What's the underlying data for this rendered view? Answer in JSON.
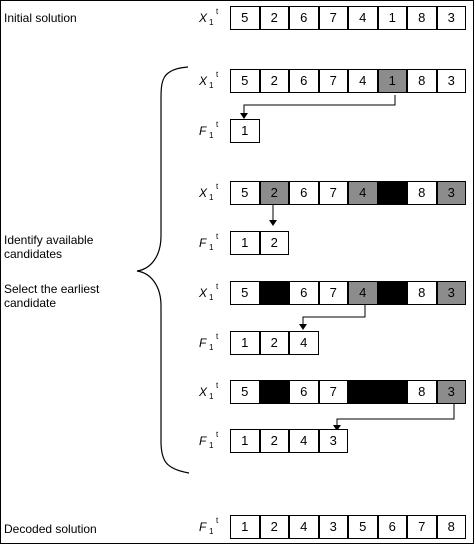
{
  "labels": {
    "initial": "Initial solution",
    "identify": "Identify available\ncandidates",
    "select": "Select the earliest\ncandidate",
    "decoded": "Decoded solution"
  },
  "var_x": {
    "letter": "X",
    "sub": "1",
    "sup": "t"
  },
  "var_f": {
    "letter": "F",
    "sub": "1",
    "sup": "t"
  },
  "colors": {
    "highlight": "#8c8c8c",
    "removed": "#000000"
  },
  "rows": [
    {
      "var": "X",
      "cells": [
        "5",
        "2",
        "6",
        "7",
        "4",
        "1",
        "8",
        "3"
      ],
      "states": [
        "w",
        "w",
        "w",
        "w",
        "w",
        "w",
        "w",
        "w"
      ]
    },
    {
      "var": "X",
      "cells": [
        "5",
        "2",
        "6",
        "7",
        "4",
        "1",
        "8",
        "3"
      ],
      "states": [
        "w",
        "w",
        "w",
        "w",
        "w",
        "g",
        "w",
        "w"
      ]
    },
    {
      "var": "F",
      "cells": [
        "1"
      ],
      "states": [
        "w"
      ]
    },
    {
      "var": "X",
      "cells": [
        "5",
        "2",
        "6",
        "7",
        "4",
        "",
        "8",
        "3"
      ],
      "states": [
        "w",
        "g",
        "w",
        "w",
        "g",
        "b",
        "w",
        "g"
      ]
    },
    {
      "var": "F",
      "cells": [
        "1",
        "2"
      ],
      "states": [
        "w",
        "w"
      ]
    },
    {
      "var": "X",
      "cells": [
        "5",
        "",
        "6",
        "7",
        "4",
        "",
        "8",
        "3"
      ],
      "states": [
        "w",
        "b",
        "w",
        "w",
        "g",
        "b",
        "w",
        "g"
      ]
    },
    {
      "var": "F",
      "cells": [
        "1",
        "2",
        "4"
      ],
      "states": [
        "w",
        "w",
        "w"
      ]
    },
    {
      "var": "X",
      "cells": [
        "5",
        "",
        "6",
        "7",
        "",
        "",
        "8",
        "3"
      ],
      "states": [
        "w",
        "b",
        "w",
        "w",
        "b",
        "b",
        "w",
        "g"
      ]
    },
    {
      "var": "F",
      "cells": [
        "1",
        "2",
        "4",
        "3"
      ],
      "states": [
        "w",
        "w",
        "w",
        "w"
      ]
    },
    {
      "var": "F",
      "cells": [
        "1",
        "2",
        "4",
        "3",
        "5",
        "6",
        "7",
        "8"
      ],
      "states": [
        "w",
        "w",
        "w",
        "w",
        "w",
        "w",
        "w",
        "w"
      ]
    }
  ]
}
